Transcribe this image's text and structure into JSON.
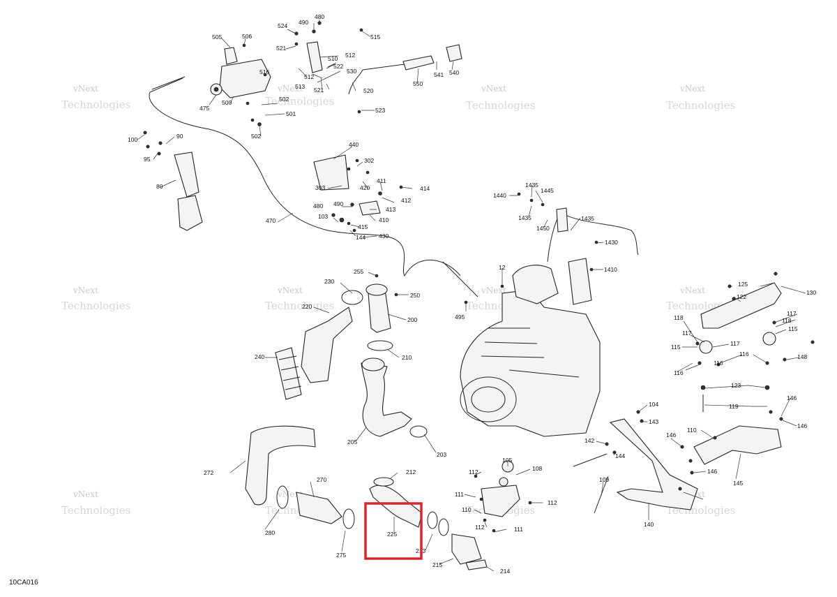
{
  "diagram": {
    "code": "10CA016",
    "watermark": [
      "vNext",
      "Technologies"
    ],
    "highlight_color": "#d9262c",
    "parts": [
      {
        "id": "p480a",
        "label": "480"
      },
      {
        "id": "p490a",
        "label": "490"
      },
      {
        "id": "p524",
        "label": "524"
      },
      {
        "id": "p505",
        "label": "505"
      },
      {
        "id": "p506",
        "label": "506"
      },
      {
        "id": "p515",
        "label": "515"
      },
      {
        "id": "p521a",
        "label": "521"
      },
      {
        "id": "p510",
        "label": "510"
      },
      {
        "id": "p512a",
        "label": "512"
      },
      {
        "id": "p516",
        "label": "516"
      },
      {
        "id": "p512b",
        "label": "512"
      },
      {
        "id": "p522",
        "label": "522"
      },
      {
        "id": "p530",
        "label": "530"
      },
      {
        "id": "p541",
        "label": "541"
      },
      {
        "id": "p540",
        "label": "540"
      },
      {
        "id": "p550",
        "label": "550"
      },
      {
        "id": "p513",
        "label": "513"
      },
      {
        "id": "p521b",
        "label": "521"
      },
      {
        "id": "p520",
        "label": "520"
      },
      {
        "id": "p475",
        "label": "475"
      },
      {
        "id": "p500",
        "label": "500"
      },
      {
        "id": "p502a",
        "label": "502"
      },
      {
        "id": "p501",
        "label": "501"
      },
      {
        "id": "p523",
        "label": "523"
      },
      {
        "id": "p502b",
        "label": "502"
      },
      {
        "id": "p100",
        "label": "100"
      },
      {
        "id": "p90",
        "label": "90"
      },
      {
        "id": "p95",
        "label": "95"
      },
      {
        "id": "p80",
        "label": "80"
      },
      {
        "id": "p440",
        "label": "440"
      },
      {
        "id": "p302",
        "label": "302"
      },
      {
        "id": "p303",
        "label": "303"
      },
      {
        "id": "p420",
        "label": "420"
      },
      {
        "id": "p411",
        "label": "411"
      },
      {
        "id": "p414",
        "label": "414"
      },
      {
        "id": "p412",
        "label": "412"
      },
      {
        "id": "p480b",
        "label": "480"
      },
      {
        "id": "p490b",
        "label": "490"
      },
      {
        "id": "p413",
        "label": "413"
      },
      {
        "id": "p103",
        "label": "103"
      },
      {
        "id": "p415",
        "label": "415"
      },
      {
        "id": "p410",
        "label": "410"
      },
      {
        "id": "p144a",
        "label": "144"
      },
      {
        "id": "p430",
        "label": "430"
      },
      {
        "id": "p470",
        "label": "470"
      },
      {
        "id": "p1440",
        "label": "1440"
      },
      {
        "id": "p1435a",
        "label": "1435"
      },
      {
        "id": "p1445",
        "label": "1445"
      },
      {
        "id": "p1435b",
        "label": "1435"
      },
      {
        "id": "p1450",
        "label": "1450"
      },
      {
        "id": "p1435c",
        "label": "1435"
      },
      {
        "id": "p1430",
        "label": "1430"
      },
      {
        "id": "p1410",
        "label": "1410"
      },
      {
        "id": "p12",
        "label": "12"
      },
      {
        "id": "p255",
        "label": "255"
      },
      {
        "id": "p230",
        "label": "230"
      },
      {
        "id": "p250",
        "label": "250"
      },
      {
        "id": "p495",
        "label": "495"
      },
      {
        "id": "p220",
        "label": "220"
      },
      {
        "id": "p200",
        "label": "200"
      },
      {
        "id": "p210",
        "label": "210"
      },
      {
        "id": "p240",
        "label": "240"
      },
      {
        "id": "p205",
        "label": "205"
      },
      {
        "id": "p203",
        "label": "203"
      },
      {
        "id": "p125",
        "label": "125"
      },
      {
        "id": "p130",
        "label": "130"
      },
      {
        "id": "p122",
        "label": "122"
      },
      {
        "id": "p118a",
        "label": "118"
      },
      {
        "id": "p117a",
        "label": "117"
      },
      {
        "id": "p118b",
        "label": "118"
      },
      {
        "id": "p115a",
        "label": "115"
      },
      {
        "id": "p117b",
        "label": "117"
      },
      {
        "id": "p115b",
        "label": "115"
      },
      {
        "id": "p117c",
        "label": "117"
      },
      {
        "id": "p116a",
        "label": "116"
      },
      {
        "id": "p148",
        "label": "148"
      },
      {
        "id": "p116b",
        "label": "116"
      },
      {
        "id": "p123",
        "label": "123"
      },
      {
        "id": "p119",
        "label": "119"
      },
      {
        "id": "p146a",
        "label": "146"
      },
      {
        "id": "p146b",
        "label": "146"
      },
      {
        "id": "p104",
        "label": "104"
      },
      {
        "id": "p143",
        "label": "143"
      },
      {
        "id": "p110a",
        "label": "110"
      },
      {
        "id": "p146c",
        "label": "146"
      },
      {
        "id": "p142",
        "label": "142"
      },
      {
        "id": "p144b",
        "label": "144"
      },
      {
        "id": "p145",
        "label": "145"
      },
      {
        "id": "p146d",
        "label": "146"
      },
      {
        "id": "p109",
        "label": "109"
      },
      {
        "id": "p140",
        "label": "140"
      },
      {
        "id": "p272",
        "label": "272"
      },
      {
        "id": "p212",
        "label": "212"
      },
      {
        "id": "p105",
        "label": "105"
      },
      {
        "id": "p108",
        "label": "108"
      },
      {
        "id": "p112a",
        "label": "112"
      },
      {
        "id": "p270",
        "label": "270"
      },
      {
        "id": "p111a",
        "label": "111"
      },
      {
        "id": "p112b",
        "label": "112"
      },
      {
        "id": "p110b",
        "label": "110"
      },
      {
        "id": "p112c",
        "label": "112"
      },
      {
        "id": "p111b",
        "label": "111"
      },
      {
        "id": "p280",
        "label": "280"
      },
      {
        "id": "p225",
        "label": "225"
      },
      {
        "id": "p213",
        "label": "213"
      },
      {
        "id": "p275",
        "label": "275"
      },
      {
        "id": "p215",
        "label": "215"
      },
      {
        "id": "p214",
        "label": "214"
      },
      {
        "id": "p116c",
        "label": "116"
      }
    ]
  }
}
